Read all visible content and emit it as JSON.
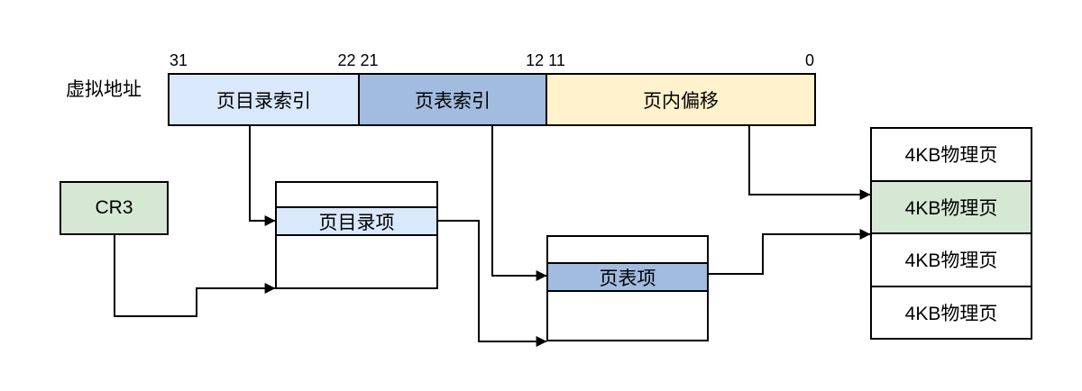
{
  "labels": {
    "virtual_address": "虚拟地址",
    "cr3": "CR3"
  },
  "bit_markers": [
    "31",
    "22 21",
    "12 11",
    "0"
  ],
  "virtual_address_fields": [
    {
      "label": "页目录索引",
      "color": "#dae8fc"
    },
    {
      "label": "页表索引",
      "color": "#a2bce0"
    },
    {
      "label": "页内偏移",
      "color": "#fff2cc"
    }
  ],
  "page_directory": {
    "entry_label": "页目录项",
    "highlight_color": "#dae8fc"
  },
  "page_table": {
    "entry_label": "页表项",
    "highlight_color": "#a2bce0"
  },
  "physical_pages": [
    "4KB物理页",
    "4KB物理页",
    "4KB物理页",
    "4KB物理页"
  ],
  "physical_highlighted_index": 1,
  "colors": {
    "cr3_fill": "#d5e8d4",
    "physical_highlight_fill": "#d5e8d4",
    "border": "#000000",
    "background": "#ffffff"
  }
}
